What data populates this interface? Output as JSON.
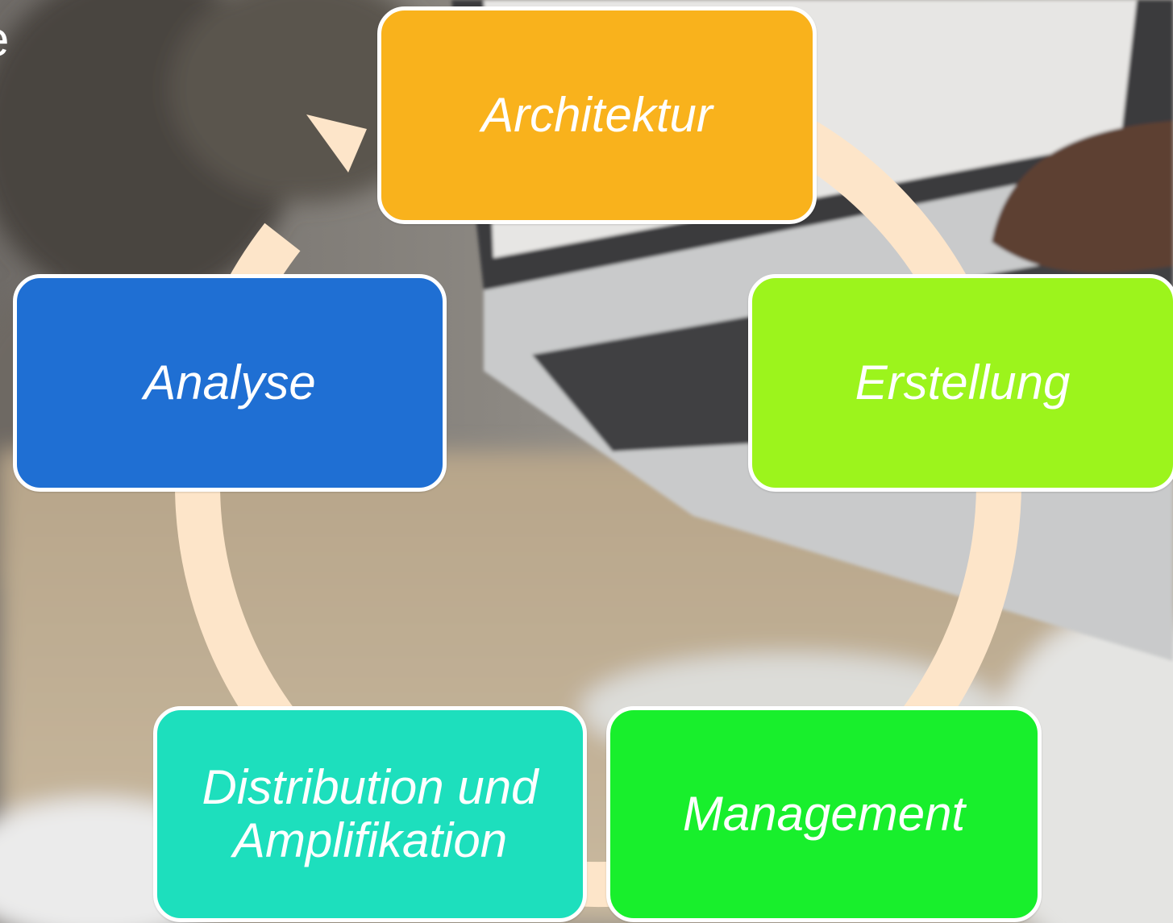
{
  "partial_heading_text": "e",
  "ring_color": "#fde5c9",
  "stages": [
    {
      "key": "architektur",
      "label": "Architektur",
      "color": "#f9b21c"
    },
    {
      "key": "erstellung",
      "label": "Erstellung",
      "color": "#9cf41c"
    },
    {
      "key": "management",
      "label": "Management",
      "color": "#18ef2c"
    },
    {
      "key": "distribution",
      "label": "Distribution und\nAmplifikation",
      "color": "#1ddfbd"
    },
    {
      "key": "analyse",
      "label": "Analyse",
      "color": "#1f6fd3"
    }
  ],
  "cycle_direction": "clockwise"
}
